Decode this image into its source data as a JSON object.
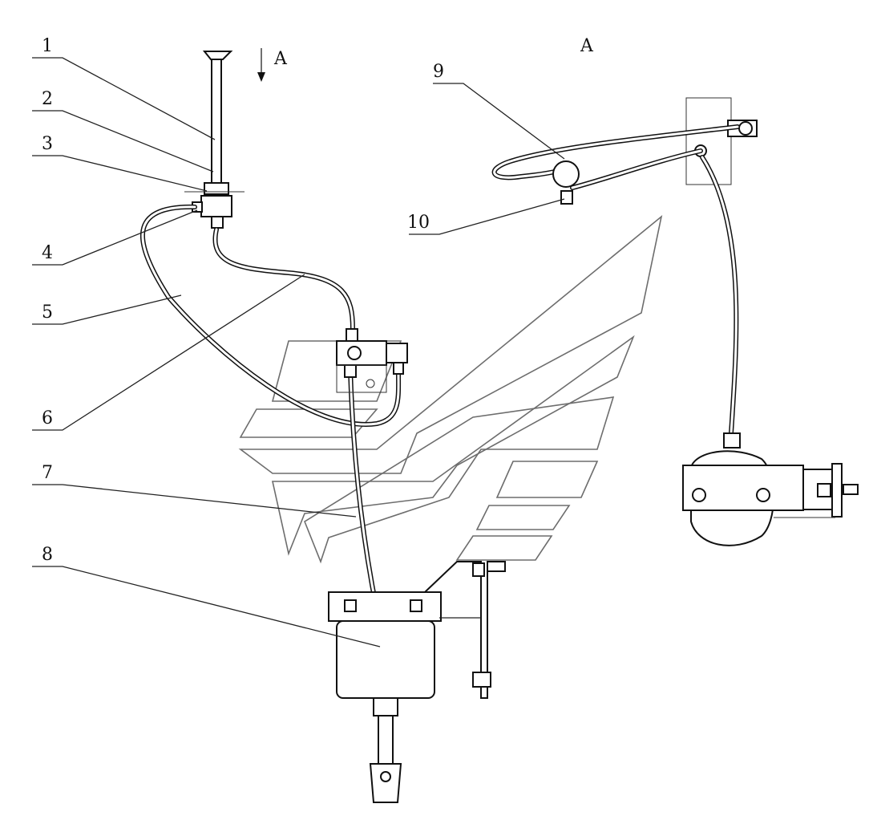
{
  "callouts": [
    "1",
    "2",
    "3",
    "4",
    "5",
    "6",
    "7",
    "8",
    "9",
    "10"
  ],
  "view": {
    "arrow_label": "A",
    "view_title": "A"
  }
}
